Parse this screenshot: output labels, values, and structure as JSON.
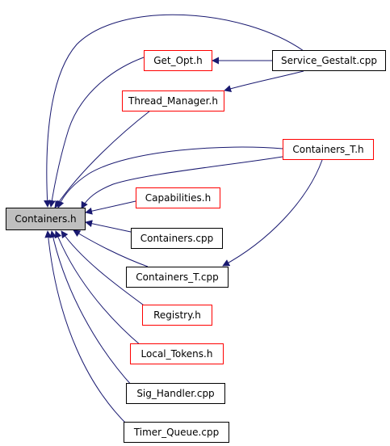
{
  "colors": {
    "edge": "#191970",
    "red_border": "#ff0000",
    "black_border": "#000000",
    "root_fill": "#bfbfbf"
  },
  "nodes": {
    "containers_h": "Containers.h",
    "get_opt_h": "Get_Opt.h",
    "service_gestalt_cpp": "Service_Gestalt.cpp",
    "thread_manager_h": "Thread_Manager.h",
    "containers_t_h": "Containers_T.h",
    "capabilities_h": "Capabilities.h",
    "containers_cpp": "Containers.cpp",
    "containers_t_cpp": "Containers_T.cpp",
    "registry_h": "Registry.h",
    "local_tokens_h": "Local_Tokens.h",
    "sig_handler_cpp": "Sig_Handler.cpp",
    "timer_queue_cpp": "Timer_Queue.cpp"
  }
}
